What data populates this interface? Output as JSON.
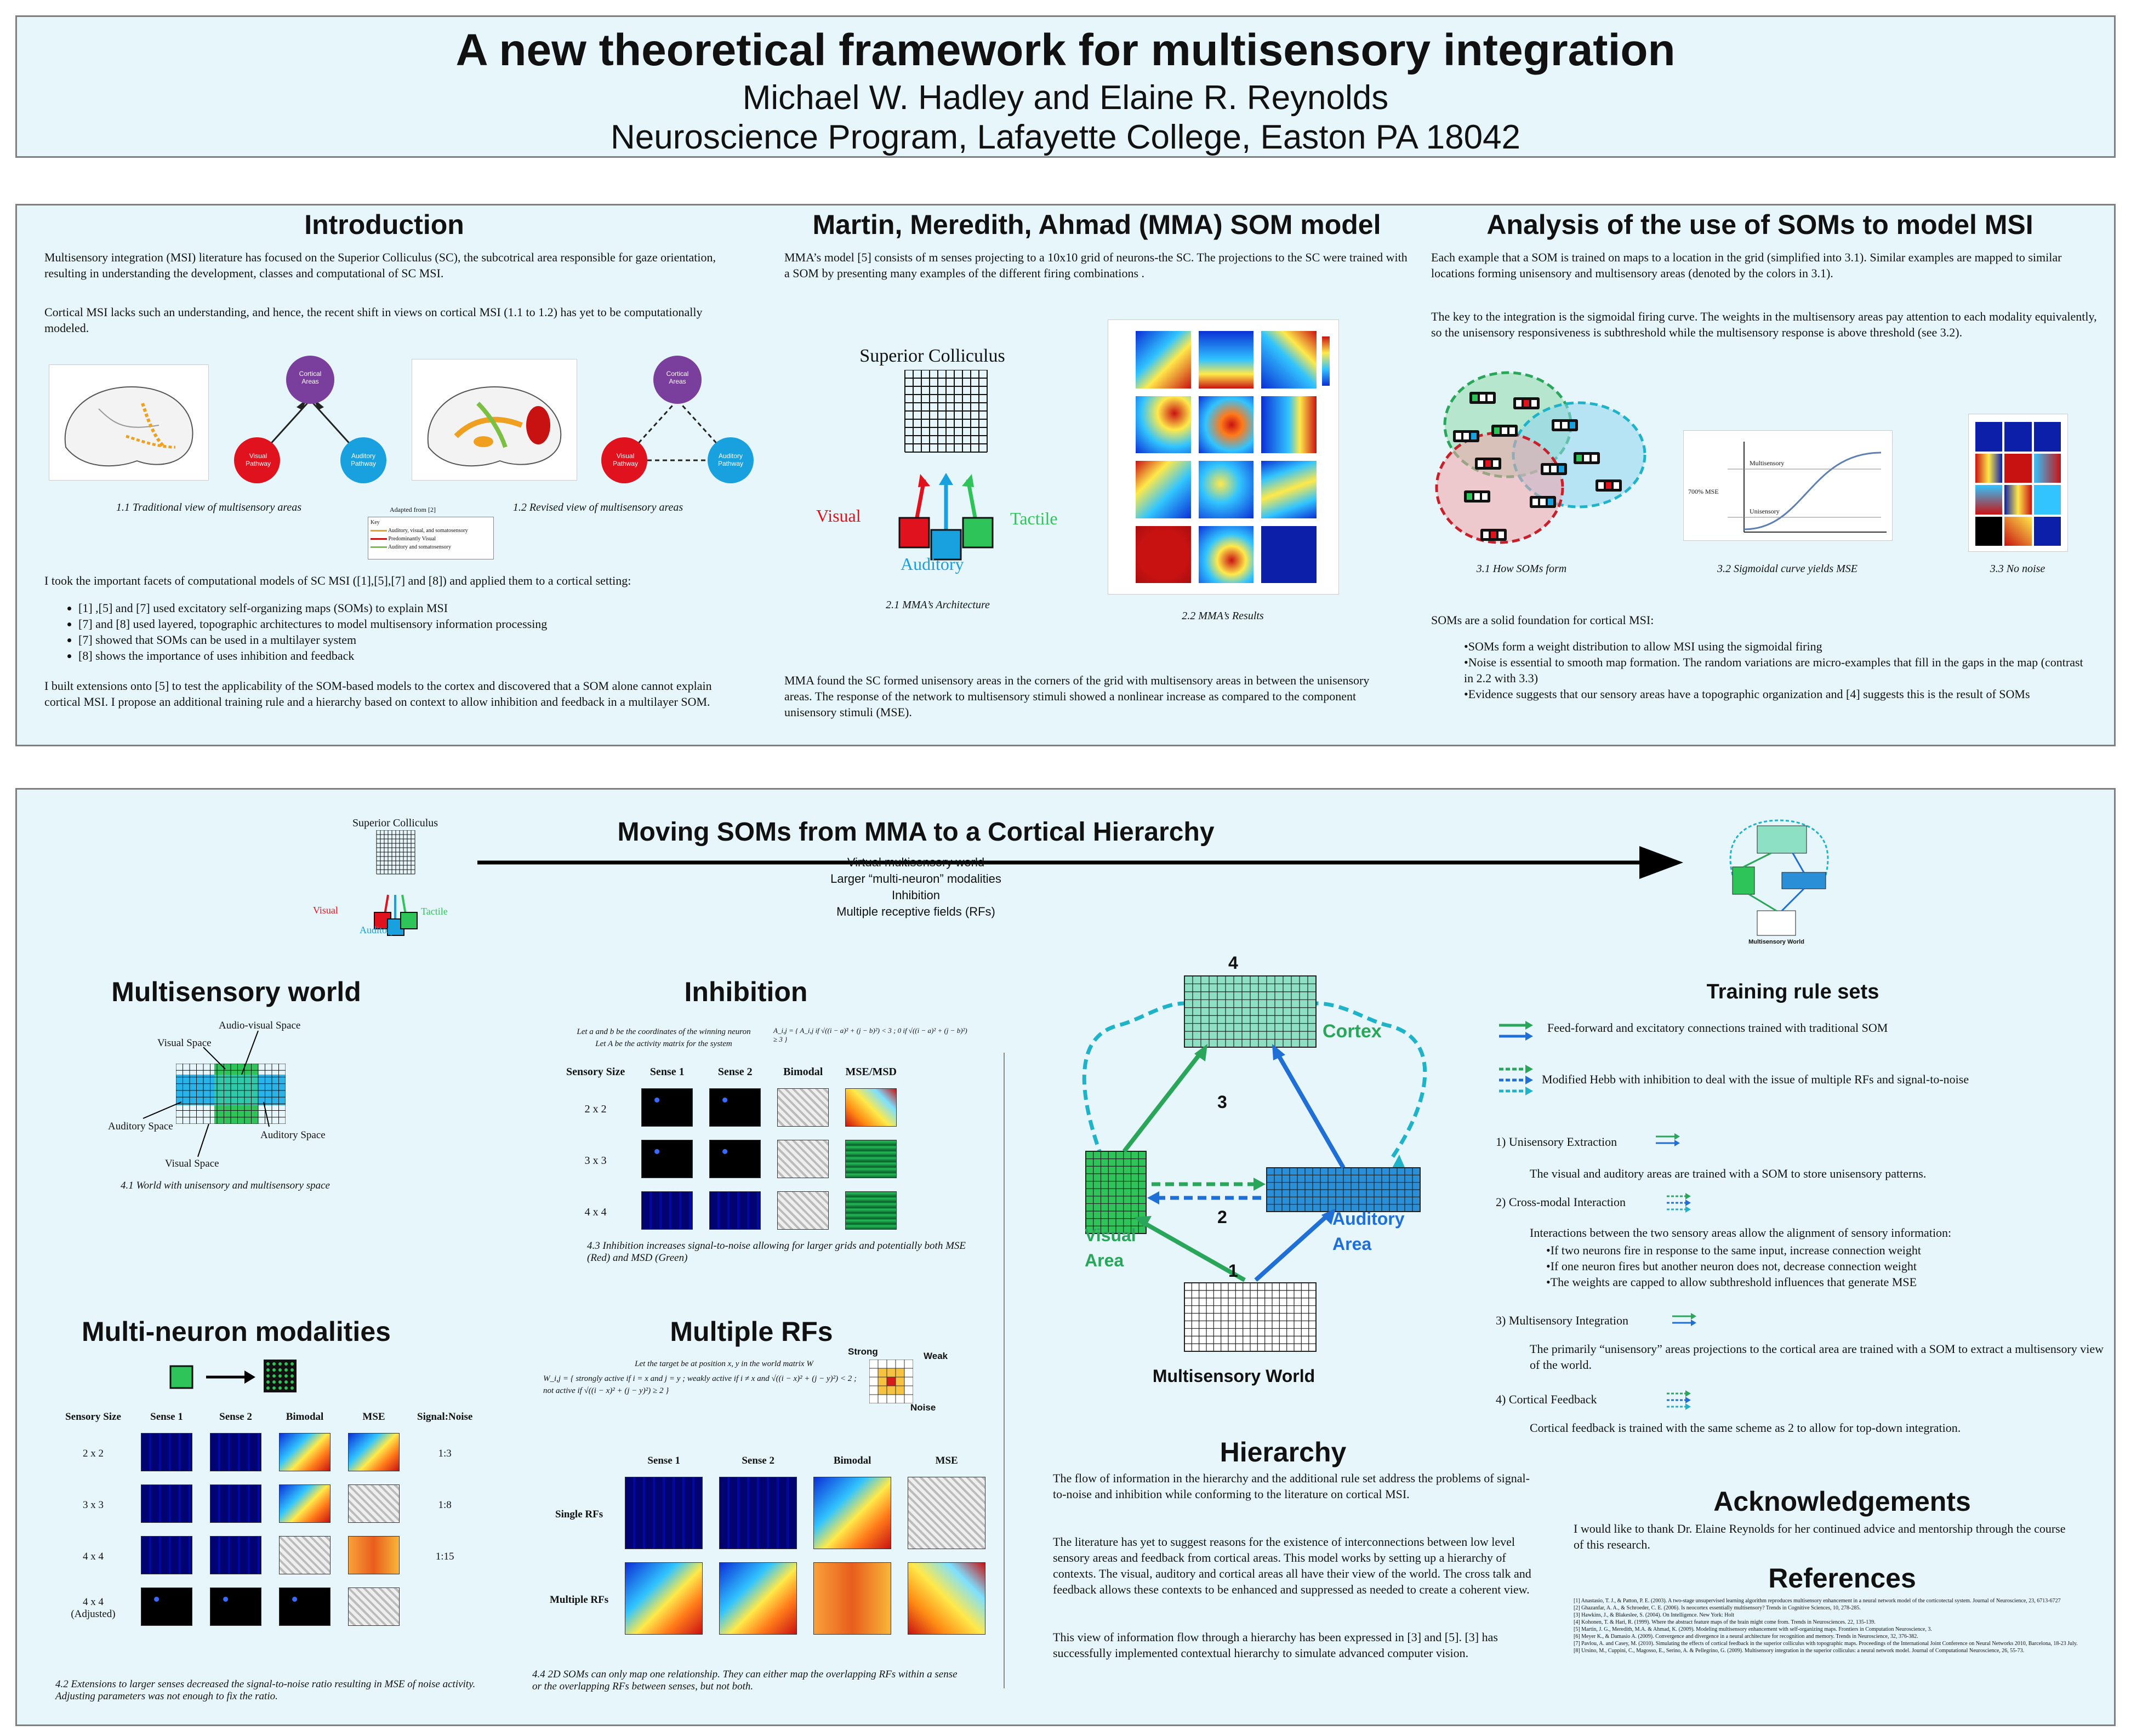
{
  "header": {
    "title": "A new theoretical framework for multisensory integration",
    "authors": "Michael W. Hadley and Elaine R. Reynolds",
    "affiliation": "Neuroscience Program, Lafayette College, Easton PA 18042"
  },
  "intro": {
    "heading": "Introduction",
    "p1": "Multisensory integration (MSI) literature has focused on the Superior Colliculus (SC), the subcotrical area responsible for gaze orientation, resulting in understanding the development, classes and computational of SC MSI.",
    "p2": "Cortical MSI lacks such an understanding, and hence, the recent shift in views on cortical MSI (1.1 to 1.2) has yet to be computationally modeled.",
    "cap1": "1.1 Traditional view of multisensory areas",
    "cap2": "1.2 Revised view of multisensory areas",
    "adapted": "Adapted from [2]",
    "key": [
      "Key",
      "Auditory, visual, and somatosensory",
      "Predominantly Visual",
      "Auditory and somatosensory"
    ],
    "cortical_areas": "Cortical Areas",
    "visual_pathway": "Visual Pathway",
    "auditory_pathway": "Auditory Pathway",
    "p3": "I took the important facets of computational models of SC MSI ([1],[5],[7] and [8]) and applied them to a cortical setting:",
    "bullets": [
      "[1] ,[5] and [7] used excitatory self-organizing maps (SOMs) to explain MSI",
      "[7] and [8] used layered, topographic architectures to model multisensory information processing",
      "[7] showed that SOMs can be used in a multilayer system",
      "[8] shows the importance of uses inhibition and feedback"
    ],
    "p4": "I built extensions onto [5] to test the applicability of the SOM-based models to the cortex and discovered that a SOM alone cannot explain cortical MSI.  I propose an additional training rule and a hierarchy based on context to allow inhibition and feedback in a multilayer  SOM."
  },
  "mma": {
    "heading": "Martin, Meredith, Ahmad (MMA) SOM model",
    "p1": "MMA’s model [5] consists of m senses projecting to a 10x10 grid of neurons-the SC. The projections to the SC were trained with a SOM by presenting many examples of the different firing combinations .",
    "sc_label": "Superior Colliculus",
    "visual": "Visual",
    "auditory": "Auditory",
    "tactile": "Tactile",
    "cap1": "2.1 MMA’s Architecture",
    "cap2": "2.2 MMA’s Results",
    "p2": "MMA found the SC formed unisensory areas in the corners of the grid with multisensory areas in between the unisensory areas.  The response of the network to multisensory stimuli showed a nonlinear increase as compared to the component unisensory stimuli (MSE)."
  },
  "analysis": {
    "heading": "Analysis of the use of SOMs to model MSI",
    "p1": "Each example that a SOM is trained on  maps to a  location in the grid (simplified into 3.1).  Similar examples are mapped to similar locations forming unisensory and multisensory areas (denoted by the colors in 3.1).",
    "p2": "The key to the integration is the sigmoidal firing curve. The weights in the multisensory areas pay attention to each modality equivalently, so the unisensory responsiveness is subthreshold while the multisensory response is above threshold (see 3.2).",
    "cap1": "3.1 How SOMs form",
    "cap2": "3.2 Sigmoidal curve yields MSE",
    "cap3": "3.3 No noise",
    "multisensory": "Multisensory",
    "unisensory": "Unisensory",
    "mse_label": "700% MSE",
    "p3": "SOMs are a solid foundation for cortical MSI:",
    "bullets": [
      "SOMs form a weight distribution to allow MSI using the sigmoidal firing",
      "Noise is essential to smooth map formation.  The random variations are micro-examples that fill in the gaps in the map (contrast in 2.2 with 3.3)",
      "Evidence suggests that our sensory areas have a topographic organization and [4] suggests this is the result of SOMs"
    ]
  },
  "moving": {
    "heading": "Moving SOMs from MMA to a Cortical Hierarchy",
    "lines": [
      "Virtual multisensory world",
      "Larger “multi-neuron” modalities",
      "Inhibition",
      "Multiple receptive fields (RFs)"
    ],
    "sc_label": "Superior Colliculus",
    "visual": "Visual",
    "auditory": "Auditory",
    "tactile": "Tactile",
    "mini_world": "Multisensory World"
  },
  "msworld": {
    "heading": "Multisensory world",
    "av_space": "Audio-visual Space",
    "visual_space_top": "Visual Space",
    "auditory_space_left": "Auditory Space",
    "auditory_space_right": "Auditory Space",
    "visual_space_bottom": "Visual Space",
    "cap": "4.1 World with unisensory and multisensory space"
  },
  "inhibition": {
    "heading": "Inhibition",
    "eq1": "Let a and b be the coordinates of the winning neuron",
    "eq2": "Let A be the activity matrix for the system",
    "eq3": "A_i,j = { A_i,j  if √((i − a)² + (j − b)²) < 3 ;  0  if √((i − a)² + (j − b)²) ≥ 3 }",
    "cols": [
      "Sensory Size",
      "Sense 1",
      "Sense 2",
      "Bimodal",
      "MSE/MSD"
    ],
    "rows": [
      "2 x 2",
      "3 x 3",
      "4 x 4"
    ],
    "cap": "4.3 Inhibition increases signal-to-noise allowing for larger grids and potentially both MSE (Red) and MSD (Green)"
  },
  "multineuron": {
    "heading": "Multi-neuron modalities",
    "cols": [
      "Sensory Size",
      "Sense 1",
      "Sense 2",
      "Bimodal",
      "MSE",
      "Signal:Noise"
    ],
    "rows": [
      {
        "size": "2 x 2",
        "sn": "1:3"
      },
      {
        "size": "3 x 3",
        "sn": "1:8"
      },
      {
        "size": "4 x 4",
        "sn": "1:15"
      },
      {
        "size": "4 x 4 (Adjusted)",
        "sn": ""
      }
    ],
    "cap": "4.2 Extensions to larger senses decreased the signal-to-noise ratio resulting in MSE of noise activity.  Adjusting parameters was not enough to fix the ratio."
  },
  "multirf": {
    "heading": "Multiple RFs",
    "eq1": "Let the target be at position x, y in the world matrix W",
    "eq2": "W_i,j = { strongly active  if i = x and j = y ;  weakly active  if i ≠ x and √((i − x)² + (j − y)²) < 2 ;  not active  if √((i − x)² + (j − y)²) ≥ 2 }",
    "strong": "Strong",
    "weak": "Weak",
    "noise": "Noise",
    "cols": [
      "Sense 1",
      "Sense 2",
      "Bimodal",
      "MSE"
    ],
    "rows": [
      "Single RFs",
      "Multiple RFs"
    ],
    "cap": "4.4 2D SOMs can only map one relationship. They can either map the overlapping RFs within a sense or the overlapping RFs between senses, but not both."
  },
  "diagram": {
    "cortex": "Cortex",
    "visual_area": "Visual Area",
    "auditory_area": "Auditory Area",
    "world": "Multisensory World",
    "n1": "1",
    "n2": "2",
    "n3": "3",
    "n4": "4"
  },
  "hierarchy": {
    "heading": "Hierarchy",
    "p1": "The flow of information in the hierarchy and the additional rule set address the problems of signal-to-noise and inhibition while conforming to the literature on cortical MSI.",
    "p2": "The literature has yet to suggest reasons for the existence of interconnections between  low level sensory areas and feedback from cortical areas.  This model works by setting up a hierarchy of contexts.  The visual, auditory and cortical areas all have their view of the world.  The cross talk and feedback allows these contexts to be enhanced and suppressed as needed to create a coherent view.",
    "p3": "This view of information flow through a hierarchy has been expressed in [3] and [5].  [3] has successfully implemented contextual hierarchy to simulate advanced computer vision."
  },
  "training": {
    "heading": "Training rule sets",
    "legend1": "Feed-forward and excitatory connections trained with traditional SOM",
    "legend2": "Modified Hebb with inhibition to deal with the issue of multiple RFs and signal-to-noise",
    "r1_title": "1) Unisensory Extraction",
    "r1_text": "The visual and auditory areas are trained with a SOM to store unisensory patterns.",
    "r2_title": "2) Cross-modal Interaction",
    "r2_text": "Interactions between the two sensory areas allow the alignment of sensory information:",
    "r2_bullets": [
      "If two neurons fire in response to the same input, increase connection weight",
      "If  one neuron fires but another neuron does not, decrease connection weight",
      "The weights are capped to allow subthreshold influences that generate MSE"
    ],
    "r3_title": "3) Multisensory Integration",
    "r3_text": "The primarily “unisensory” areas projections to the cortical area are trained with a SOM to extract a multisensory view of the world.",
    "r4_title": "4) Cortical Feedback",
    "r4_text": "Cortical feedback is trained with the same scheme as 2 to allow for top-down integration."
  },
  "ack": {
    "heading": "Acknowledgements",
    "text": "I would like to thank Dr. Elaine Reynolds for her continued advice and mentorship through the course of this research."
  },
  "refs": {
    "heading": "References",
    "items": [
      "[1]  Anastasio, T. J., & Patton, P. E. (2003). A two-stage unsupervised learning algorithm reproduces multisensory enhancement in a neural network model of the corticotectal system. Journal of Neuroscience, 23, 6713-6727",
      "[2]  Ghazanfar, A. A., & Schroeder, C. E. (2006). Is neocortex essentially multisensory? Trends in Cognitive Sciences, 10, 278-285.",
      "[3]  Hawkins, J., & Blakeslee, S. (2004). On Intelligence. New York: Holt",
      "[4]  Kohonen, T. & Hari, R. (1999). Where the abstract feature maps of the brain might come from. Trends in Neurosciences. 22, 135-139.",
      "[5]  Martin, J. G., Meredith, M.A. & Ahmad, K. (2009). Modeling multisensory enhancement with self-organizing maps. Frontiers in Computation Neuroscience, 3.",
      "[6]  Meyer K., & Damasio A. (2009).  Convergence and divergence in a neural architecture for recognition and memory. Trends in Neuroscience, 32, 376-382.",
      "[7]  Pavlou, A. and Casey, M. (2010). Simulating the effects of cortical feedback in the superior colliculus with topographic maps. Proceedings of the International Joint Conference on Neural Networks 2010, Barcelona, 18-23 July.",
      "[8]  Ursino, M., Cuppini, C., Magosso, E., Serino, A. & Pellegrino, G. (2009). Multisensory integration in the superior colliculus: a neural network model.  Journal of Computational Neuroscience, 26, 55-73."
    ]
  },
  "colors": {
    "panel": "#e6f6fb",
    "visual": "#e0121e",
    "auditory": "#19a0de",
    "tactile": "#2ec45a",
    "ff_arrow": "#1f6fd6",
    "green_arrow": "#2aa65a",
    "teal": "#1fb3c9"
  }
}
